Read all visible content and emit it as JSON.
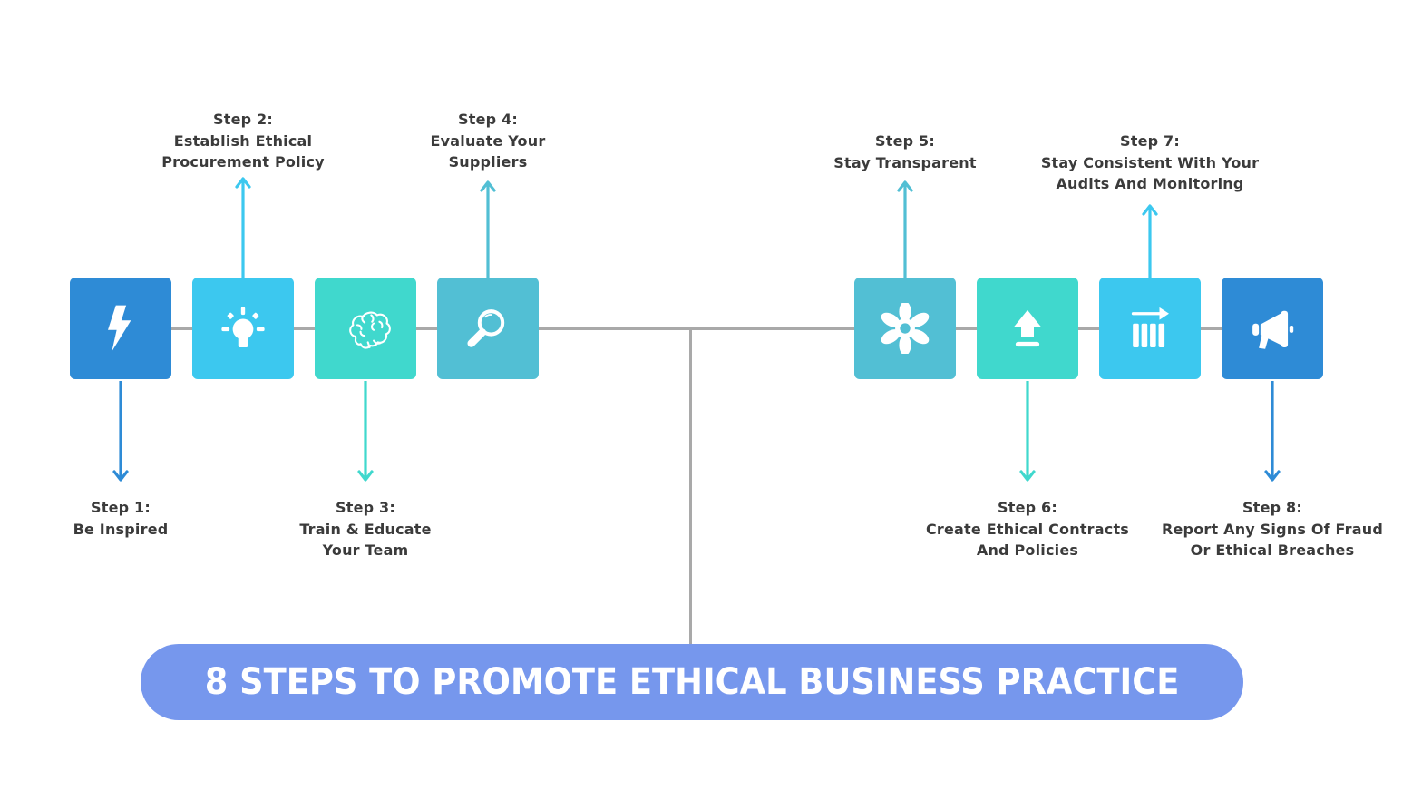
{
  "title": {
    "label": "8 STEPS TO PROMOTE ETHICAL BUSINESS PRACTICE",
    "bg_color": "#7697ed",
    "text_color": "#ffffff"
  },
  "colors": {
    "step_blue": "#2e8bd6",
    "step_cyan": "#3cc8ef",
    "step_turquoise": "#40d8cd",
    "step_teal": "#52bfd4",
    "connector_gray": "#a9a9a9",
    "label_text": "#3b3b3b"
  },
  "steps": [
    {
      "title": "Step 1:",
      "lines": [
        "Be Inspired"
      ],
      "icon": "lightning-bolt-icon",
      "color": "#2e8bd6",
      "label_position": "below"
    },
    {
      "title": "Step 2:",
      "lines": [
        "Establish Ethical",
        "Procurement Policy"
      ],
      "icon": "lightbulb-icon",
      "color": "#3cc8ef",
      "label_position": "above"
    },
    {
      "title": "Step 3:",
      "lines": [
        "Train & Educate",
        "Your Team"
      ],
      "icon": "brain-icon",
      "color": "#40d8cd",
      "label_position": "below"
    },
    {
      "title": "Step 4:",
      "lines": [
        "Evaluate Your",
        "Suppliers"
      ],
      "icon": "magnifying-glass-icon",
      "color": "#52bfd4",
      "label_position": "above"
    },
    {
      "title": "Step 5:",
      "lines": [
        "Stay Transparent"
      ],
      "icon": "flower-icon",
      "color": "#52bfd4",
      "label_position": "above"
    },
    {
      "title": "Step 6:",
      "lines": [
        "Create Ethical Contracts",
        "And Policies"
      ],
      "icon": "upload-icon",
      "color": "#40d8cd",
      "label_position": "below"
    },
    {
      "title": "Step 7:",
      "lines": [
        "Stay Consistent With Your",
        "Audits And Monitoring"
      ],
      "icon": "bar-chart-trend-icon",
      "color": "#3cc8ef",
      "label_position": "above"
    },
    {
      "title": "Step 8:",
      "lines": [
        "Report Any Signs Of Fraud",
        "Or Ethical Breaches"
      ],
      "icon": "megaphone-icon",
      "color": "#2e8bd6",
      "label_position": "below"
    }
  ]
}
